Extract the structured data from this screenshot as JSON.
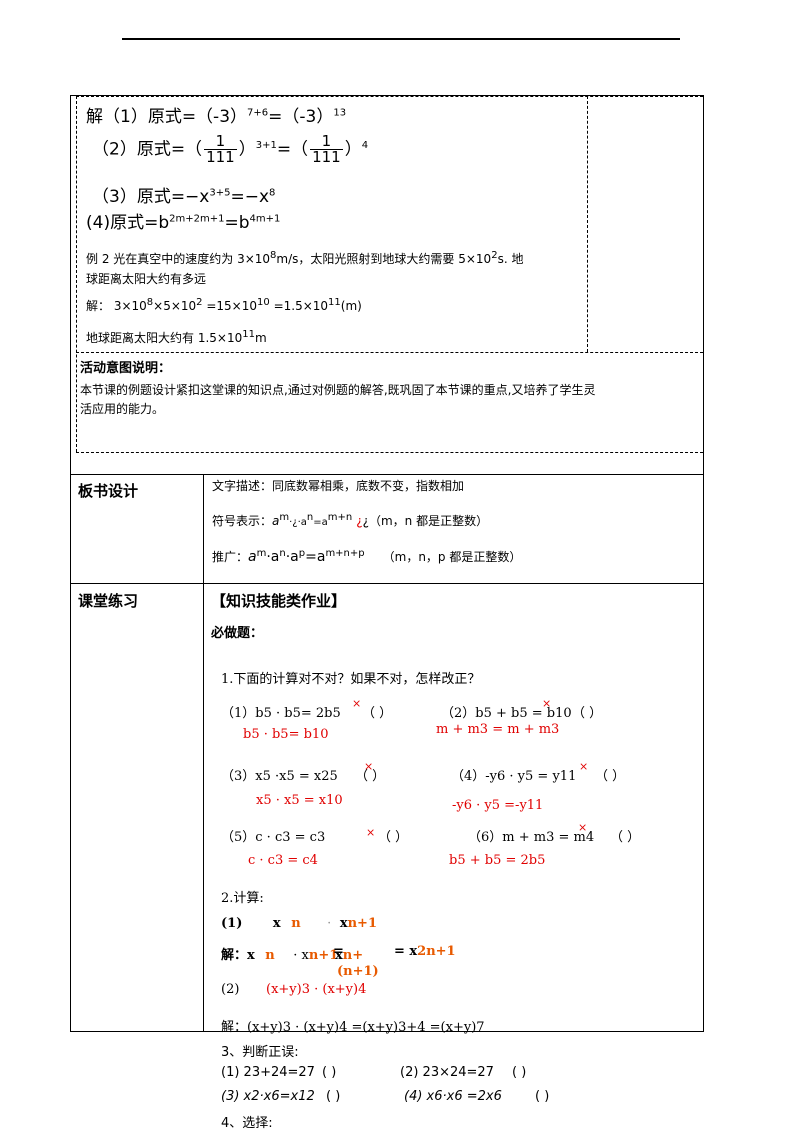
{
  "solution": {
    "l1_a": "解（1）原式=（-3）",
    "l1_sup1": "7+6",
    "l1_b": "=（-3）",
    "l1_sup2": "13",
    "l2_a": "（2）原式=（",
    "l2_num": "1",
    "l2_den": "111",
    "l2_sup1": "3+1",
    "l2_b": "=（",
    "l2_sup2": "4",
    "l2_close": "）",
    "l3_a": "（3）原式=−x",
    "l3_sup1": "3+5",
    "l3_b": "=−x",
    "l3_sup2": "8",
    "l4_a": "(4)原式=b",
    "l4_sup1": "2m+2m+1",
    "l4_b": "=b",
    "l4_sup2": "4m+1"
  },
  "example2": {
    "line1_a": "例 2  光在真空中的速度约为 3×10",
    "line1_sup": "8",
    "line1_b": "m/s，太阳光照射到地球大约需要 5×10",
    "line1_sup2": "2",
    "line1_c": "s. 地",
    "line2": "球距离太阳大约有多远",
    "sol_a": "解：    3×10",
    "sol_sup1": "8",
    "sol_b": "×5×10",
    "sol_sup2": "2",
    "sol_c": "  =15×10",
    "sol_sup3": "10",
    "sol_d": "  =1.5×10",
    "sol_sup4": "11",
    "sol_e": "(m)",
    "ans_a": "地球距离太阳大约有 1.5×10",
    "ans_sup": "11",
    "ans_b": "m"
  },
  "intent": {
    "title": "活动意图说明：",
    "text1": "本节课的例题设计紧扣这堂课的知识点,通过对例题的解答,既巩固了本节课的重点,又培养了学生灵",
    "text2": "活应用的能力。"
  },
  "board": {
    "label": "板书设计",
    "desc": "文字描述：同底数幂相乘，底数不变，指数相加",
    "sym_label": "符号表示：",
    "sym_formula": "a",
    "sym_sup1": "m",
    "sym_mid": "·¿·a",
    "sym_sup2": "n",
    "sym_eq": "=a",
    "sym_sup3": "m+n",
    "sym_note": "¿（m，n 都是正整数）",
    "gen_label": "推广：",
    "gen_a": "a",
    "gen_s1": "m",
    "gen_b": "·a",
    "gen_s2": "n",
    "gen_c": "·a",
    "gen_s3": "p",
    "gen_d": "=a",
    "gen_s4": "m+n+p",
    "gen_note": "（m，n，p 都是正整数）"
  },
  "practice": {
    "label": "课堂练习",
    "title": "【知识技能类作业】",
    "must": "必做题：",
    "q1": "1.下面的计算对不对？如果不对，怎样改正？",
    "q1_1": "（1）b5    · b5= 2b5",
    "q1_1_paren": "（      ）",
    "q1_1_fix": "b5    · b5= b10",
    "q1_2": "（2）b5  + b5  = b10",
    "q1_2_paren": "（      ）",
    "q1_2_fix": "m + m3  = m + m3",
    "q1_3": "（3）x5    ·x5  = x25",
    "q1_3_paren": "（      ）",
    "q1_3_fix": "x5    · x5  = x10",
    "q1_4": "（4）-y6  · y5  = y11",
    "q1_4_paren": "（      ）",
    "q1_4_fix": "-y6    · y5  =-y11",
    "q1_5": "（5）c · c3  = c3",
    "q1_5_paren": "（      ）",
    "q1_5_fix": "c · c3  = c4",
    "q1_6": "（6）m + m3  = m4",
    "q1_6_paren": "（      ）",
    "q1_6_fix": "b5  + b5  = 2b5",
    "cross": "×",
    "q2": "2.计算:",
    "c1_label": "(1)",
    "c1_x1": "x",
    "c1_n": "n",
    "c1_dot": "·",
    "c1_x2": "x",
    "c1_n1": "n+1",
    "s1_label": "解：x",
    "s1_n": "n",
    "s1_dot": "· x",
    "s1_n1": "n+1",
    "s1_eq": "=",
    "s1_x": "x",
    "s1_mid": "n+",
    "s1_mid2": "(n+1)",
    "s1_res_eq": "=  x",
    "s1_res": "2n+1",
    "c2_label": "(2)",
    "c2_expr": "(x+y)3  ·  (x+y)4",
    "s2_expr": "解：(x+y)3  · (x+y)4   =(x+y)3+4    =(x+y)7"
  },
  "judge": {
    "title": "3、判断正误:",
    "j1": "(1) 23+24=27",
    "j1_p": "(      )",
    "j2": "(2)  23×24=27",
    "j2_p": "(      )",
    "j3": "(3)  x2·x6=x12",
    "j3_p": "(      )",
    "j4": "(4)  x6·x6 =2x6",
    "j4_p": "(      )"
  },
  "choose": {
    "title": "4、选择:"
  }
}
